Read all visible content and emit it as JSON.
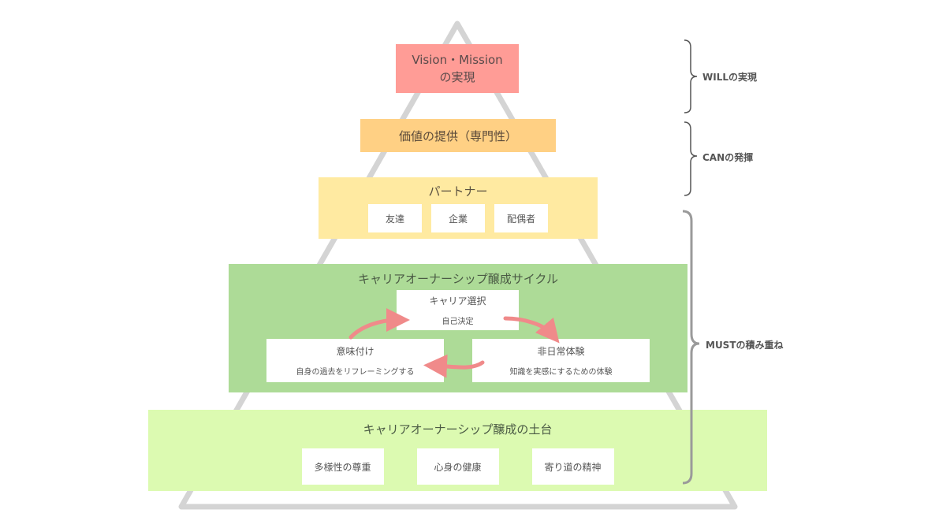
{
  "pyramid": {
    "vision": {
      "line1": "Vision・Mission",
      "line2": "の実現"
    },
    "value": {
      "title": "価値の提供（専門性）"
    },
    "partner": {
      "title": "パートナー",
      "items": [
        "友達",
        "企業",
        "配偶者"
      ]
    },
    "cycle": {
      "title": "キャリアオーナーシップ醸成サイクル",
      "choice": {
        "title": "キャリア選択",
        "sub": "自己決定"
      },
      "meaning": {
        "title": "意味付け",
        "sub": "自身の過去をリフレーミングする"
      },
      "experience": {
        "title": "非日常体験",
        "sub": "知識を実感にするための体験"
      }
    },
    "base": {
      "title": "キャリアオーナーシップ醸成の土台",
      "items": [
        "多様性の尊重",
        "心身の健康",
        "寄り道の精神"
      ]
    }
  },
  "brackets": {
    "will": "WILLの実現",
    "can": "CANの発揮",
    "must": "MUSTの積み重ね"
  },
  "colors": {
    "vision": "#ff9c96",
    "value": "#ffd084",
    "partner": "#ffeaa1",
    "cycle": "#addb97",
    "base": "#dcfab1",
    "arrow": "#f08a8a",
    "triangle": "#d4d4d4"
  }
}
